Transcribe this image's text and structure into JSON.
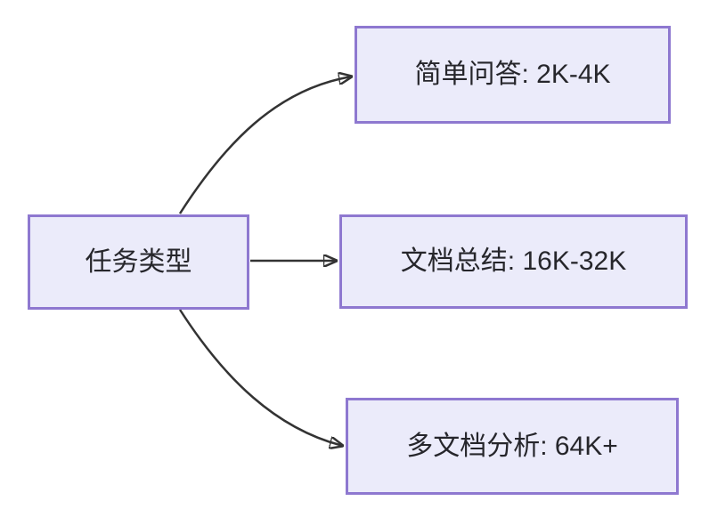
{
  "diagram": {
    "type": "flowchart",
    "root": {
      "label": "任务类型"
    },
    "children": [
      {
        "label": "简单问答: 2K-4K"
      },
      {
        "label": "文档总结: 16K-32K"
      },
      {
        "label": "多文档分析: 64K+"
      }
    ],
    "colors": {
      "node_fill": "#ebebfa",
      "node_border": "#8e78d0",
      "arrow": "#333333",
      "text": "#26262b",
      "background": "#ffffff"
    }
  }
}
